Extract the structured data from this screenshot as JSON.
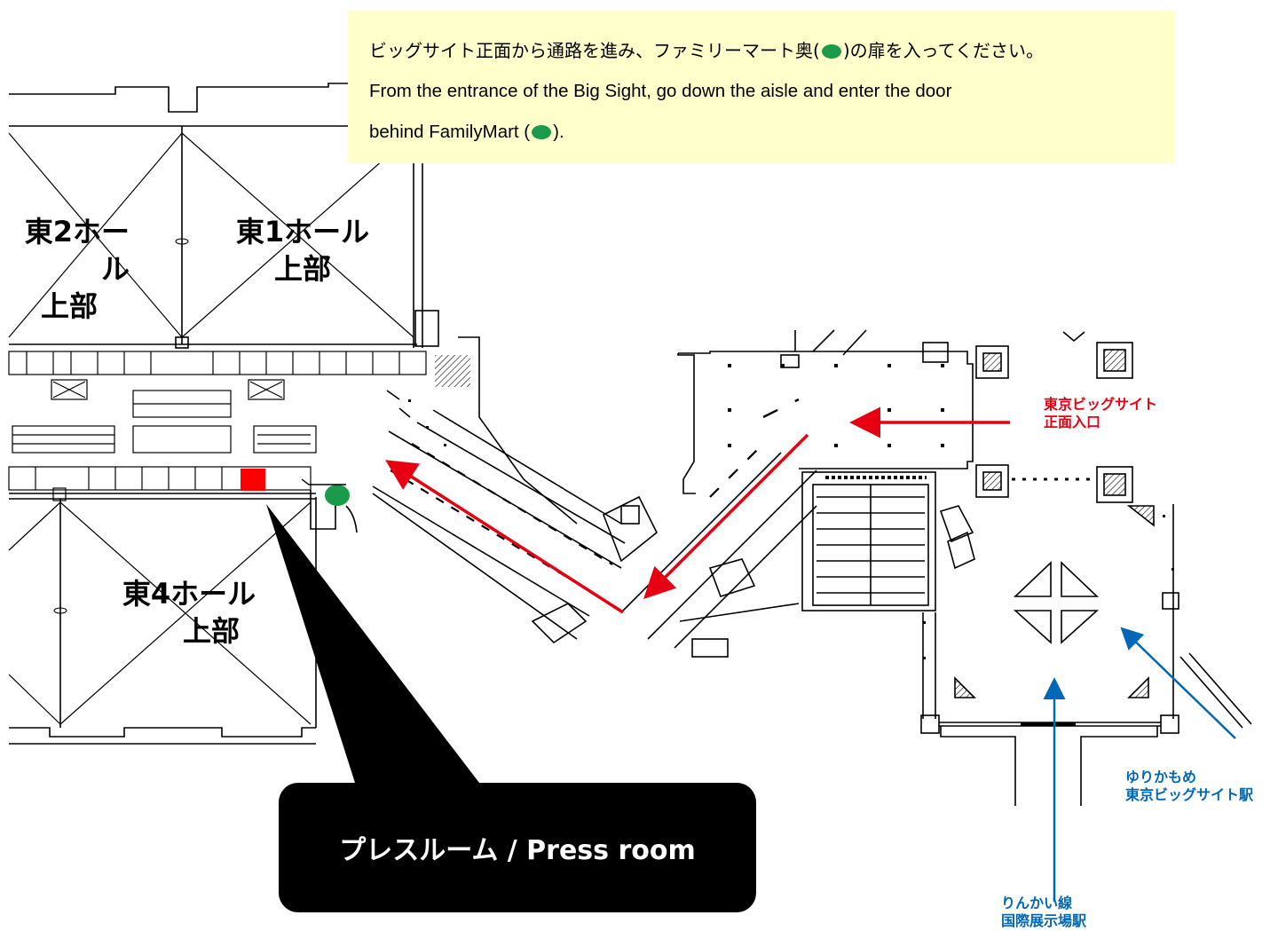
{
  "instructions": {
    "jp_before": "ビッグサイト正面から通路を進み、ファミリーマート奥(",
    "jp_after": ")の扉を入ってください。",
    "en_line1": "From the entrance of the Big Sight, go down the aisle and enter the door",
    "en_before": "behind FamilyMart (",
    "en_after": ")."
  },
  "halls": {
    "east2": {
      "line1": "東2ホール",
      "line2": "上部"
    },
    "east1": {
      "line1": "東1ホール",
      "line2": "上部"
    },
    "east4": {
      "line1": "東4ホール",
      "line2": "上部"
    }
  },
  "labels": {
    "main_entrance": {
      "line1": "東京ビッグサイト",
      "line2": "正面入口"
    },
    "yurikamome": {
      "line1": "ゆりかもめ",
      "line2": "東京ビッグサイト駅"
    },
    "rinkai": {
      "line1": "りんかい線",
      "line2": "国際展示場駅"
    }
  },
  "callout": {
    "text": "プレスルーム / Press room"
  },
  "colors": {
    "route_arrow": "#e60012",
    "press_room_marker": "#ff0000",
    "door_marker": "#1a9b4b",
    "station_route": "#0068b7",
    "info_background": "#ffffcc",
    "callout_background": "#000000"
  },
  "icons": {
    "door": "green-dot-icon",
    "press_room": "red-square-icon"
  }
}
